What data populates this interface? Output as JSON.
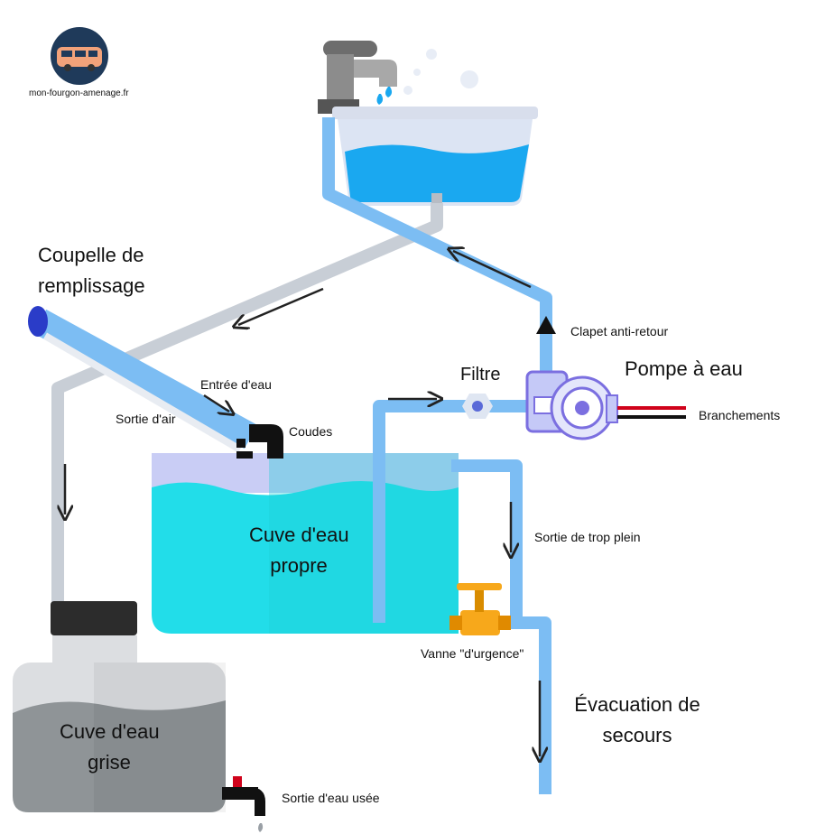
{
  "brand": {
    "site": "mon-fourgon-amenage.fr",
    "logo": "van-logo-icon"
  },
  "labels": {
    "coupelle_line1": "Coupelle de",
    "coupelle_line2": "remplissage",
    "entree_eau": "Entrée d'eau",
    "sortie_air": "Sortie d'air",
    "coudes": "Coudes",
    "filtre": "Filtre",
    "pompe": "Pompe à eau",
    "clapet": "Clapet anti-retour",
    "branchements": "Branchements",
    "cuve_propre_line1": "Cuve d'eau",
    "cuve_propre_line2": "propre",
    "trop_plein": "Sortie de trop plein",
    "vanne": "Vanne \"d'urgence\"",
    "evacuation_line1": "Évacuation de",
    "evacuation_line2": "secours",
    "cuve_grise_line1": "Cuve d'eau",
    "cuve_grise_line2": "grise",
    "sortie_usee": "Sortie d'eau usée"
  },
  "colors": {
    "pipe_blue": "#7cbdf3",
    "pipe_grey": "#c8ced6",
    "clean_water": "#22dde9",
    "clean_water_shade": "#1ccfd8",
    "sink_water": "#1aa8f0",
    "grey_water": "#8f9497",
    "grey_tank": "#d3d5d8",
    "valve_orange": "#f7a81b",
    "pump_purple": "#7b6fe0",
    "logo_navy": "#1f3a5a",
    "van_orange": "#f2a27a",
    "wire_red": "#d0021b",
    "wire_black": "#111111"
  }
}
